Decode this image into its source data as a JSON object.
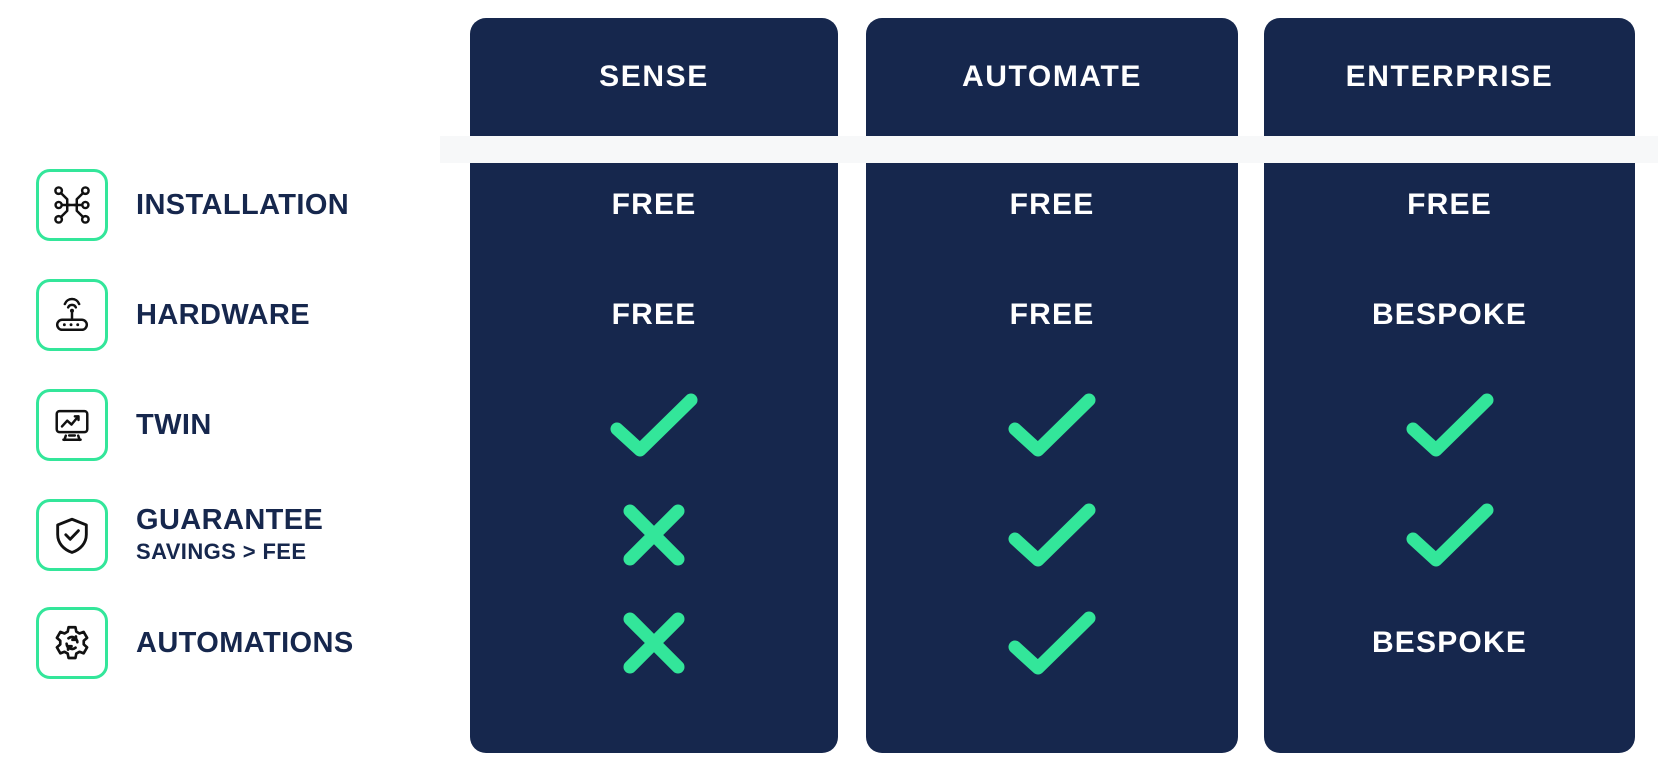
{
  "theme": {
    "navy": "#16274d",
    "green": "#33e69a",
    "white": "#ffffff",
    "band": "#f7f8f9"
  },
  "table": {
    "plans": [
      {
        "id": "sense",
        "label": "SENSE"
      },
      {
        "id": "automate",
        "label": "AUTOMATE"
      },
      {
        "id": "enterprise",
        "label": "ENTERPRISE"
      }
    ],
    "features": [
      {
        "id": "installation",
        "title": "INSTALLATION",
        "subtitle": "",
        "icon": "network-nodes-icon",
        "values": [
          {
            "type": "text",
            "text": "FREE"
          },
          {
            "type": "text",
            "text": "FREE"
          },
          {
            "type": "text",
            "text": "FREE"
          }
        ]
      },
      {
        "id": "hardware",
        "title": "HARDWARE",
        "subtitle": "",
        "icon": "router-wifi-icon",
        "values": [
          {
            "type": "text",
            "text": "FREE"
          },
          {
            "type": "text",
            "text": "FREE"
          },
          {
            "type": "text",
            "text": "BESPOKE"
          }
        ]
      },
      {
        "id": "twin",
        "title": "TWIN",
        "subtitle": "",
        "icon": "monitor-chart-icon",
        "values": [
          {
            "type": "check",
            "text": ""
          },
          {
            "type": "check",
            "text": ""
          },
          {
            "type": "check",
            "text": ""
          }
        ]
      },
      {
        "id": "guarantee",
        "title": "GUARANTEE",
        "subtitle": "SAVINGS > FEE",
        "icon": "shield-check-icon",
        "values": [
          {
            "type": "cross",
            "text": ""
          },
          {
            "type": "check",
            "text": ""
          },
          {
            "type": "check",
            "text": ""
          }
        ]
      },
      {
        "id": "automations",
        "title": "AUTOMATIONS",
        "subtitle": "",
        "icon": "gear-refresh-icon",
        "values": [
          {
            "type": "cross",
            "text": ""
          },
          {
            "type": "check",
            "text": ""
          },
          {
            "type": "text",
            "text": "BESPOKE"
          }
        ]
      }
    ]
  }
}
